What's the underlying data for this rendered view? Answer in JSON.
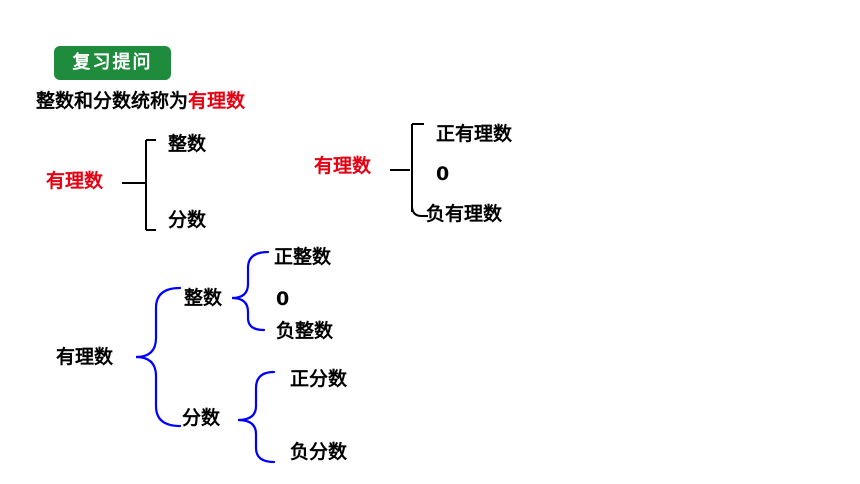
{
  "header": {
    "badge": "复习提问"
  },
  "intro": {
    "prefix": "整数和分数统称为",
    "highlight": "有理数"
  },
  "colors": {
    "badge_bg": "#1e8c3c",
    "highlight": "#e60012",
    "blue_brace": "#0000ff"
  },
  "diagram_a": {
    "root": "有理数",
    "items": [
      "整数",
      "分数"
    ]
  },
  "diagram_b": {
    "root": "有理数",
    "items": [
      "正有理数",
      "0",
      "负有理数"
    ]
  },
  "diagram_c": {
    "root": "有理数",
    "integer": {
      "label": "整数",
      "items": [
        "正整数",
        "0",
        "负整数"
      ]
    },
    "fraction": {
      "label": "分数",
      "items": [
        "正分数",
        "负分数"
      ]
    }
  }
}
